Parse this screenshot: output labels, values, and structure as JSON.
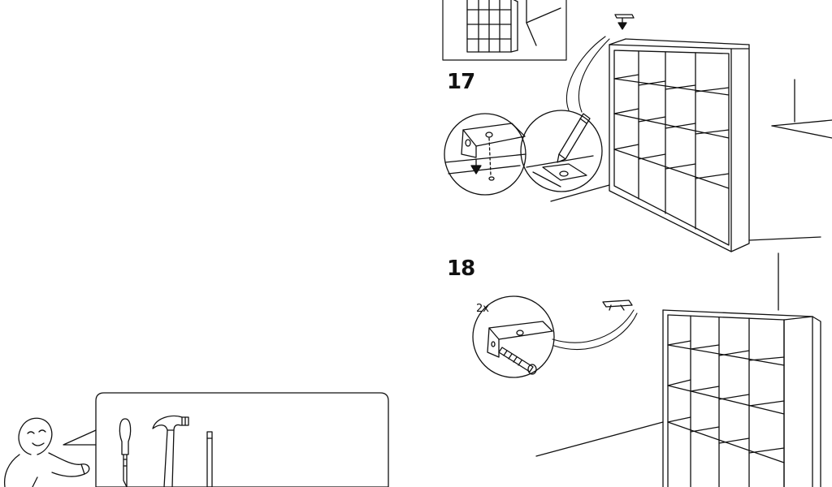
{
  "steps": [
    {
      "number": "17"
    },
    {
      "number": "18",
      "quantity": "2x"
    }
  ]
}
